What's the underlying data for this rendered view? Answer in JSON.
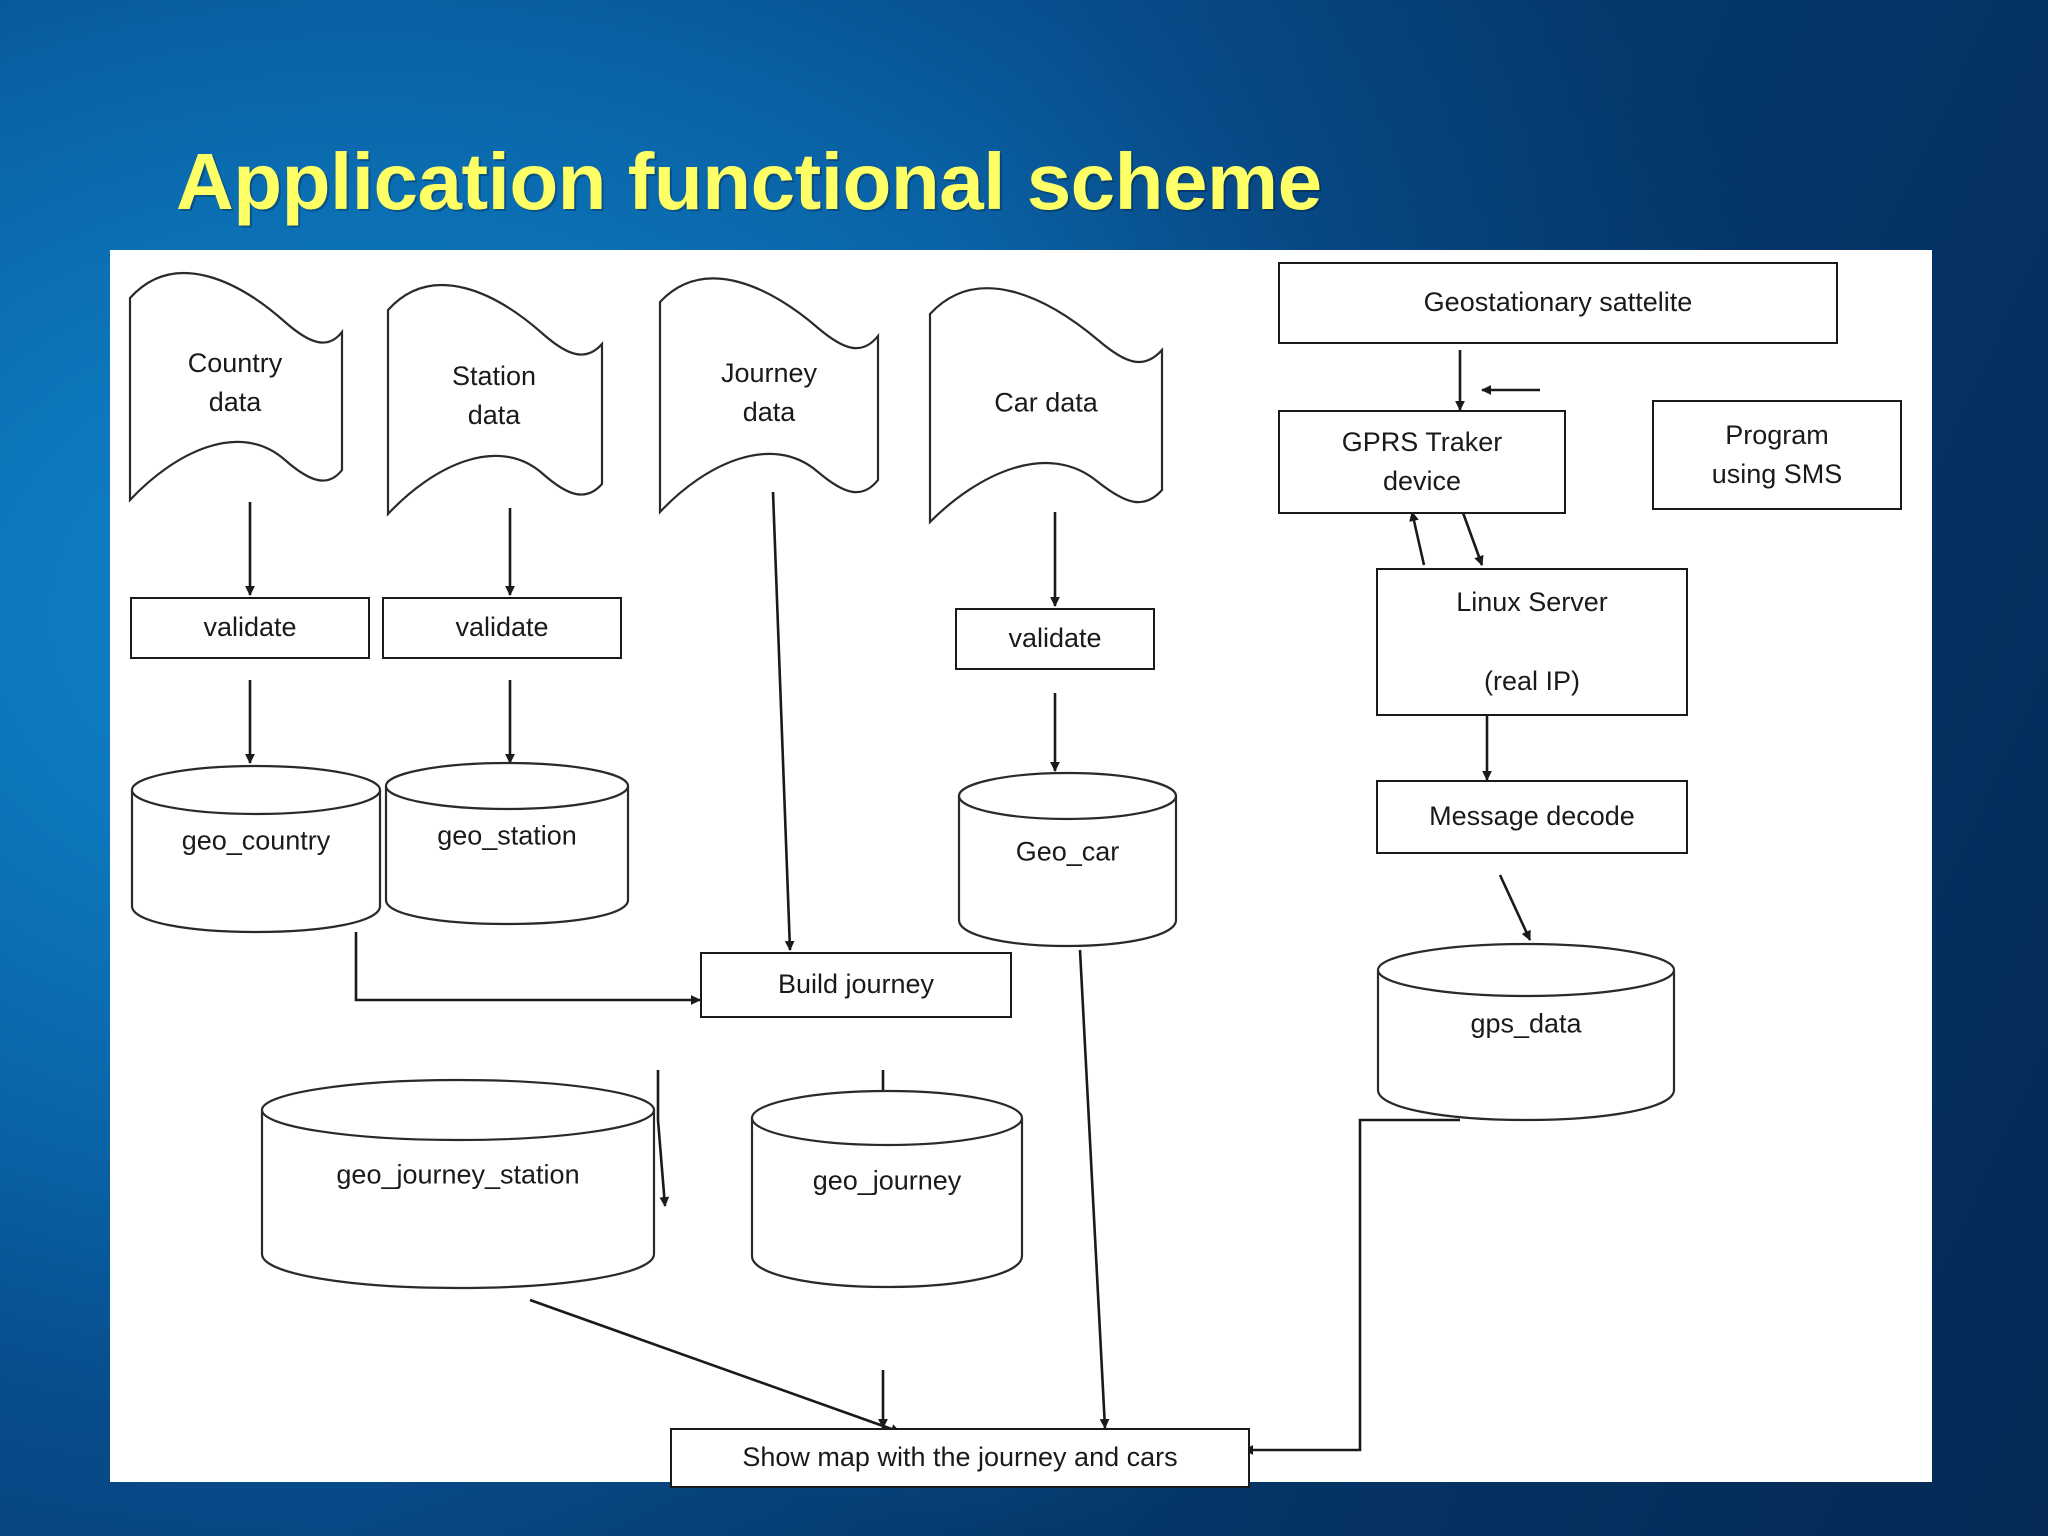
{
  "slide": {
    "title": "Application functional scheme",
    "title_color": "#ffff66",
    "background_colors": [
      "#1283c9",
      "#0a5fa2",
      "#05305f"
    ],
    "panel_color": "#ffffff",
    "line_color": "#1a1a1a"
  },
  "nodes": {
    "country_data": {
      "label": "Country\ndata",
      "shape": "wave"
    },
    "station_data": {
      "label": "Station\ndata",
      "shape": "wave"
    },
    "journey_data": {
      "label": "Journey\ndata",
      "shape": "wave"
    },
    "car_data": {
      "label": "Car data",
      "shape": "wave"
    },
    "validate_country": {
      "label": "validate",
      "shape": "rect"
    },
    "validate_station": {
      "label": "validate",
      "shape": "rect"
    },
    "validate_car": {
      "label": "validate",
      "shape": "rect"
    },
    "geo_country": {
      "label": "geo_country",
      "shape": "cylinder"
    },
    "geo_station": {
      "label": "geo_station",
      "shape": "cylinder"
    },
    "geo_car": {
      "label": "Geo_car",
      "shape": "cylinder"
    },
    "build_journey": {
      "label": "Build journey",
      "shape": "rect"
    },
    "geo_journey_station": {
      "label": "geo_journey_station",
      "shape": "cylinder"
    },
    "geo_journey": {
      "label": "geo_journey",
      "shape": "cylinder"
    },
    "geostationary_satellite": {
      "label": "Geostationary sattelite",
      "shape": "rect"
    },
    "gprs_tracker_device": {
      "label": "GPRS Traker\ndevice",
      "shape": "rect"
    },
    "program_using_sms": {
      "label": "Program\nusing SMS",
      "shape": "rect"
    },
    "linux_server": {
      "label": "Linux Server\n\n(real IP)",
      "shape": "rect"
    },
    "message_decode": {
      "label": "Message decode",
      "shape": "rect"
    },
    "gps_data": {
      "label": "gps_data",
      "shape": "cylinder"
    },
    "show_map": {
      "label": "Show map with the journey and cars",
      "shape": "rect"
    }
  },
  "edges": [
    {
      "from": "country_data",
      "to": "validate_country",
      "arrow": true
    },
    {
      "from": "station_data",
      "to": "validate_station",
      "arrow": true
    },
    {
      "from": "car_data",
      "to": "validate_car",
      "arrow": true
    },
    {
      "from": "validate_country",
      "to": "geo_country",
      "arrow": true
    },
    {
      "from": "validate_station",
      "to": "geo_station",
      "arrow": true
    },
    {
      "from": "validate_car",
      "to": "geo_car",
      "arrow": true
    },
    {
      "from": "journey_data",
      "to": "build_journey",
      "arrow": true
    },
    {
      "from": "geo_country",
      "to": "build_journey",
      "arrow": true
    },
    {
      "from": "build_journey",
      "to": "geo_journey_station",
      "arrow": true
    },
    {
      "from": "build_journey",
      "to": "geo_journey",
      "arrow": true
    },
    {
      "from": "geo_journey_station",
      "to": "show_map",
      "arrow": true
    },
    {
      "from": "geo_journey",
      "to": "show_map",
      "arrow": true
    },
    {
      "from": "geo_car",
      "to": "show_map",
      "arrow": true
    },
    {
      "from": "geostationary_satellite",
      "to": "gprs_tracker_device",
      "arrow": true
    },
    {
      "from": "program_using_sms",
      "to": "gprs_tracker_device",
      "arrow": true
    },
    {
      "from": "gprs_tracker_device",
      "to": "linux_server",
      "arrow": true
    },
    {
      "from": "linux_server",
      "to": "gprs_tracker_device",
      "arrow": true
    },
    {
      "from": "linux_server",
      "to": "message_decode",
      "arrow": true
    },
    {
      "from": "message_decode",
      "to": "gps_data",
      "arrow": true
    },
    {
      "from": "gps_data",
      "to": "show_map",
      "arrow": true
    }
  ]
}
